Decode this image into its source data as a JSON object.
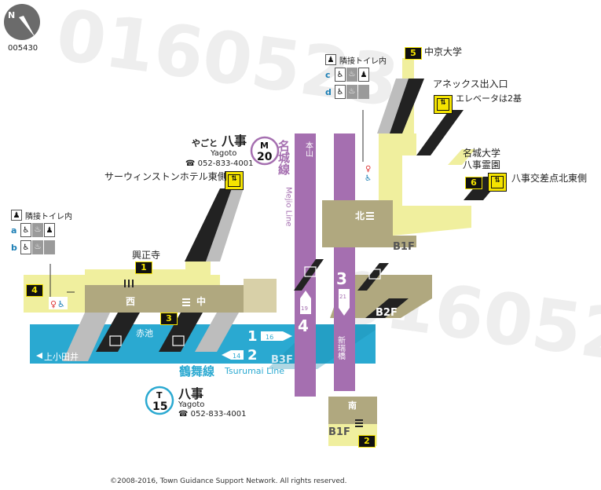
{
  "map_code": "005430",
  "compass": {
    "letter": "N"
  },
  "copyright": "©2008-2016, Town Guidance Support Network. All rights reserved.",
  "colors": {
    "meijo": "#a56fb0",
    "tsurumai": "#2aa9d1",
    "concourse_b1f": "#f0ef9e",
    "structure": "#b0a87f",
    "exit_badge": "#111111",
    "exit_text": "#f5e400",
    "elevator": "#f5e400"
  },
  "stations": [
    {
      "id": "meijo",
      "kana": "やごと",
      "name": "八事",
      "roman": "Yagoto",
      "phone": "☎ 052-833-4001",
      "line_letter": "M",
      "line_number": "20",
      "color": "#a56fb0"
    },
    {
      "id": "tsurumai",
      "name": "八事",
      "roman": "Yagoto",
      "phone": "☎ 052-833-4001",
      "line_letter": "T",
      "line_number": "15",
      "color": "#2aa9d1"
    }
  ],
  "lines": {
    "meijo": {
      "name": "名城線",
      "roman": "Mejio Line"
    },
    "tsurumai": {
      "name": "鶴舞線",
      "roman": "Tsurumai Line"
    }
  },
  "exits": [
    {
      "number": "1",
      "label": "興正寺"
    },
    {
      "number": "2",
      "label": ""
    },
    {
      "number": "3",
      "label": ""
    },
    {
      "number": "4",
      "label": ""
    },
    {
      "number": "5",
      "label": "中京大学"
    },
    {
      "number": "6",
      "label": "八事交差点北東側"
    }
  ],
  "landmarks": {
    "annex": "アネックス出入口",
    "annex_elevator_note": "エレベータは2基",
    "sun_winston": "サーウィンストンホテル東側",
    "meijo_univ_1": "名城大学",
    "meijo_univ_2": "八事霊園"
  },
  "gates": {
    "west": "西",
    "center": "中",
    "north": "北",
    "south": "南"
  },
  "floors": {
    "b1f_north": "B1F",
    "b2f": "B2F",
    "b3f": "B3F",
    "b1f_south": "B1F"
  },
  "platforms": {
    "tsurumai": [
      {
        "track": "1",
        "train_no": "16",
        "direction": "赤池"
      },
      {
        "track": "2",
        "train_no": "14",
        "direction": "上小田井"
      }
    ],
    "meijo": [
      {
        "track": "3",
        "train_no": "21",
        "direction": "新瑞橋"
      },
      {
        "track": "4",
        "train_no": "19",
        "direction": "本山"
      }
    ]
  },
  "toilet_tables": [
    {
      "title": "隣接トイレ内",
      "rows": [
        {
          "key": "a"
        },
        {
          "key": "b"
        }
      ]
    },
    {
      "title": "隣接トイレ内",
      "rows": [
        {
          "key": "c"
        },
        {
          "key": "d"
        }
      ]
    }
  ],
  "watermark": "0160523"
}
